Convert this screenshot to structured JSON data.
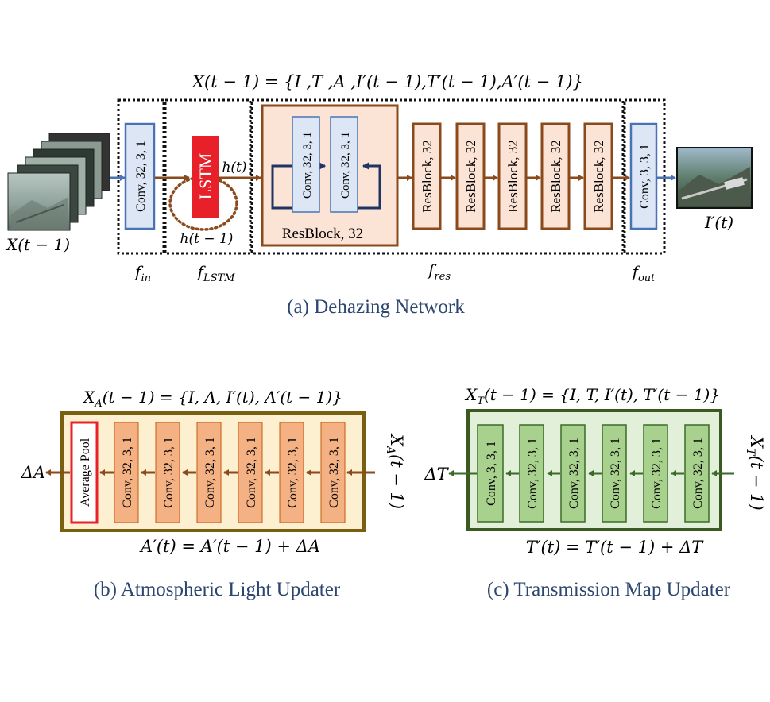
{
  "colors": {
    "brown": "#8b4a1c",
    "blue": "#4a73b5",
    "red": "#e8202a",
    "green": "#3a6b28",
    "olive": "#7a5f10",
    "caption": "#2c4670"
  },
  "icons": {
    "input_stack": "hazy-frames-stack",
    "output": "dehazed-photo"
  },
  "a": {
    "equation": "X(t − 1) = {I ,T ,A ,I′(t − 1),T′(t − 1),A′(t − 1)}",
    "input_label": "X(t − 1)",
    "output_label": "I′(t)",
    "conv_in": "Conv, 32, 3, 1",
    "lstm": "LSTM",
    "h_t": "h(t)",
    "h_prev": "h(t − 1)",
    "res_inner_1": "Conv, 32, 3, 1",
    "res_inner_2": "Conv, 32, 3, 1",
    "res_block_label": "ResBlock, 32",
    "res_blocks": [
      "ResBlock, 32",
      "ResBlock, 32",
      "ResBlock, 32",
      "ResBlock, 32",
      "ResBlock, 32"
    ],
    "conv_out": "Conv, 3, 3, 1",
    "f_in": "f",
    "f_in_sub": "in",
    "f_lstm": "f",
    "f_lstm_sub": "LSTM",
    "f_res": "f",
    "f_res_sub": "res",
    "f_out": "f",
    "f_out_sub": "out",
    "caption": "(a) Dehazing Network"
  },
  "b": {
    "equation": "X_A(t − 1) = {I, A, I′(t), A′(t − 1)}",
    "eq_lhs": "X",
    "eq_sub": "A",
    "eq_rest": "(t − 1) = {I, A, I′(t), A′(t − 1)}",
    "pool": "Average Pool",
    "convs": [
      "Conv, 32, 3, 1",
      "Conv, 32, 3, 1",
      "Conv, 32, 3, 1",
      "Conv, 32, 3, 1",
      "Conv, 32, 3, 1",
      "Conv, 32, 3, 1"
    ],
    "output": "ΔA",
    "input_main": "X",
    "input_sub": "A",
    "input_rest": "(t − 1)",
    "update": "A′(t) = A′(t − 1) + ΔA",
    "caption": "(b) Atmospheric Light Updater"
  },
  "c": {
    "eq_lhs": "X",
    "eq_sub": "T",
    "eq_rest": "(t − 1) = {I, T, I′(t), T′(t − 1)}",
    "convs": [
      "Conv, 3, 3, 1",
      "Conv, 32, 3, 1",
      "Conv, 32, 3, 1",
      "Conv, 32, 3, 1",
      "Conv, 32, 3, 1",
      "Conv, 32, 3, 1"
    ],
    "output": "ΔT",
    "input_main": "X",
    "input_sub": "T",
    "input_rest": "(t − 1)",
    "update": "T′(t) = T′(t − 1) + ΔT",
    "caption": "(c) Transmission Map Updater"
  }
}
